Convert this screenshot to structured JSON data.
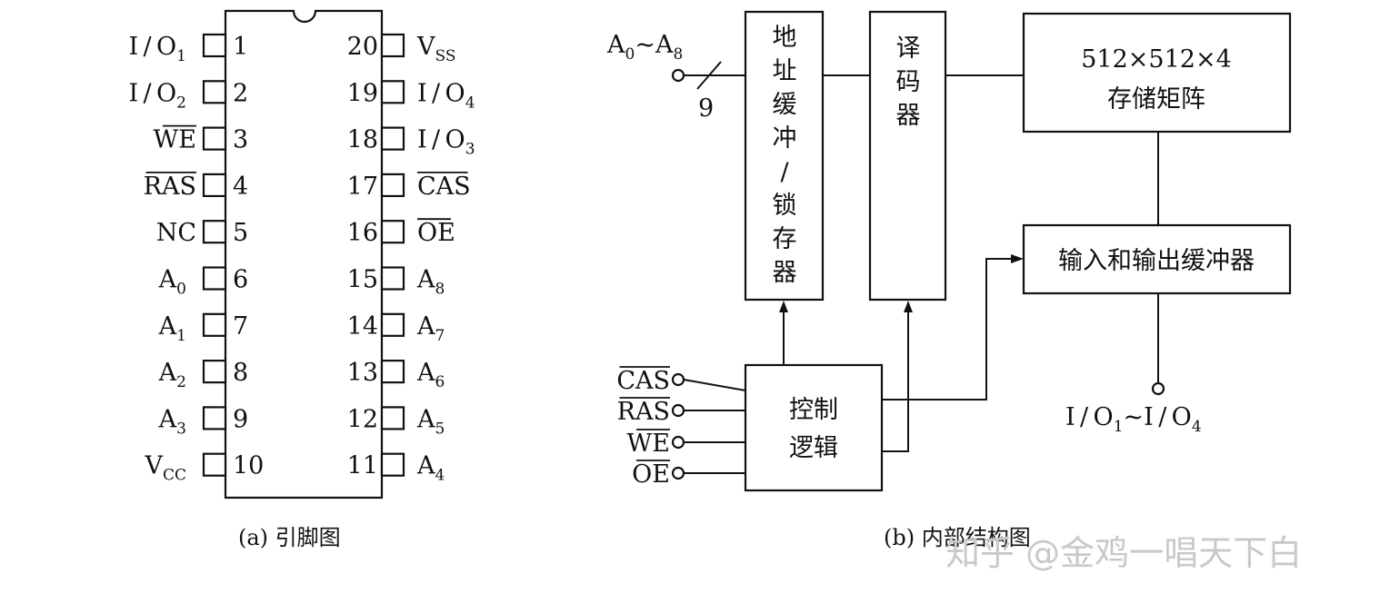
{
  "pinout": {
    "left_pins": [
      {
        "label": "I / O",
        "sub": "1",
        "num": "1",
        "overline": false
      },
      {
        "label": "I / O",
        "sub": "2",
        "num": "2",
        "overline": false
      },
      {
        "label": "WE",
        "sub": "",
        "num": "3",
        "overline": true
      },
      {
        "label": "RAS",
        "sub": "",
        "num": "4",
        "overline": true
      },
      {
        "label": "NC",
        "sub": "",
        "num": "5",
        "overline": false
      },
      {
        "label": "A",
        "sub": "0",
        "num": "6",
        "overline": false
      },
      {
        "label": "A",
        "sub": "1",
        "num": "7",
        "overline": false
      },
      {
        "label": "A",
        "sub": "2",
        "num": "8",
        "overline": false
      },
      {
        "label": "A",
        "sub": "3",
        "num": "9",
        "overline": false
      },
      {
        "label": "V",
        "sub": "CC",
        "num": "10",
        "overline": false
      }
    ],
    "right_pins": [
      {
        "label": "V",
        "sub": "SS",
        "num": "20",
        "overline": false
      },
      {
        "label": "I / O",
        "sub": "4",
        "num": "19",
        "overline": false
      },
      {
        "label": "I / O",
        "sub": "3",
        "num": "18",
        "overline": false
      },
      {
        "label": "CAS",
        "sub": "",
        "num": "17",
        "overline": true
      },
      {
        "label": "OE",
        "sub": "",
        "num": "16",
        "overline": true
      },
      {
        "label": "A",
        "sub": "8",
        "num": "15",
        "overline": false
      },
      {
        "label": "A",
        "sub": "7",
        "num": "14",
        "overline": false
      },
      {
        "label": "A",
        "sub": "6",
        "num": "13",
        "overline": false
      },
      {
        "label": "A",
        "sub": "5",
        "num": "12",
        "overline": false
      },
      {
        "label": "A",
        "sub": "4",
        "num": "11",
        "overline": false
      }
    ],
    "caption": "(a) 引脚图"
  },
  "structure": {
    "addr_input": {
      "base1": "A",
      "sub1": "0",
      "tilde": "~",
      "base2": "A",
      "sub2": "8"
    },
    "bus_width": "9",
    "addr_buffer_chars": [
      "地",
      "址",
      "缓",
      "冲",
      "/",
      "锁",
      "存",
      "器"
    ],
    "decoder_chars": [
      "译",
      "码",
      "器"
    ],
    "matrix_line1": "512×512×4",
    "matrix_line2": "存储矩阵",
    "io_buffer": "输入和输出缓冲器",
    "control_line1": "控制",
    "control_line2": "逻辑",
    "control_inputs": [
      "CAS",
      "RAS",
      "WE",
      "OE"
    ],
    "io_output": {
      "a": "I / O",
      "a_sub": "1",
      "tilde": "~",
      "b": "I / O",
      "b_sub": "4"
    },
    "caption": "(b) 内部结构图"
  },
  "watermark": "知乎 @金鸡一唱天下白"
}
